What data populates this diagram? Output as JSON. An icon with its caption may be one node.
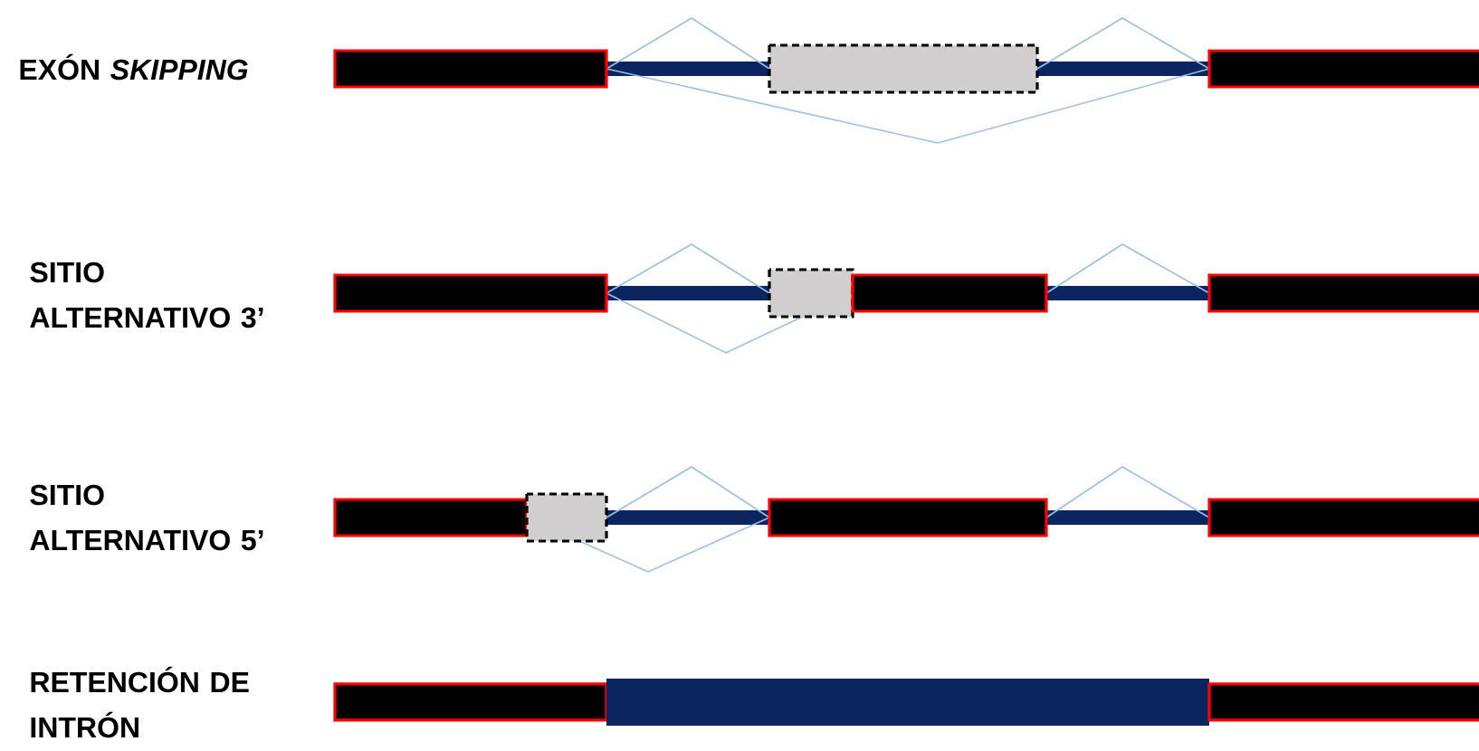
{
  "diagram": {
    "labels": [
      "EXÓN *SKIPPING*",
      "SITIO ALTERNATIVO 3’",
      "SITIO ALTERNATIVO 5’",
      "RETENCIÓN DE INTRÓN"
    ]
  }
}
